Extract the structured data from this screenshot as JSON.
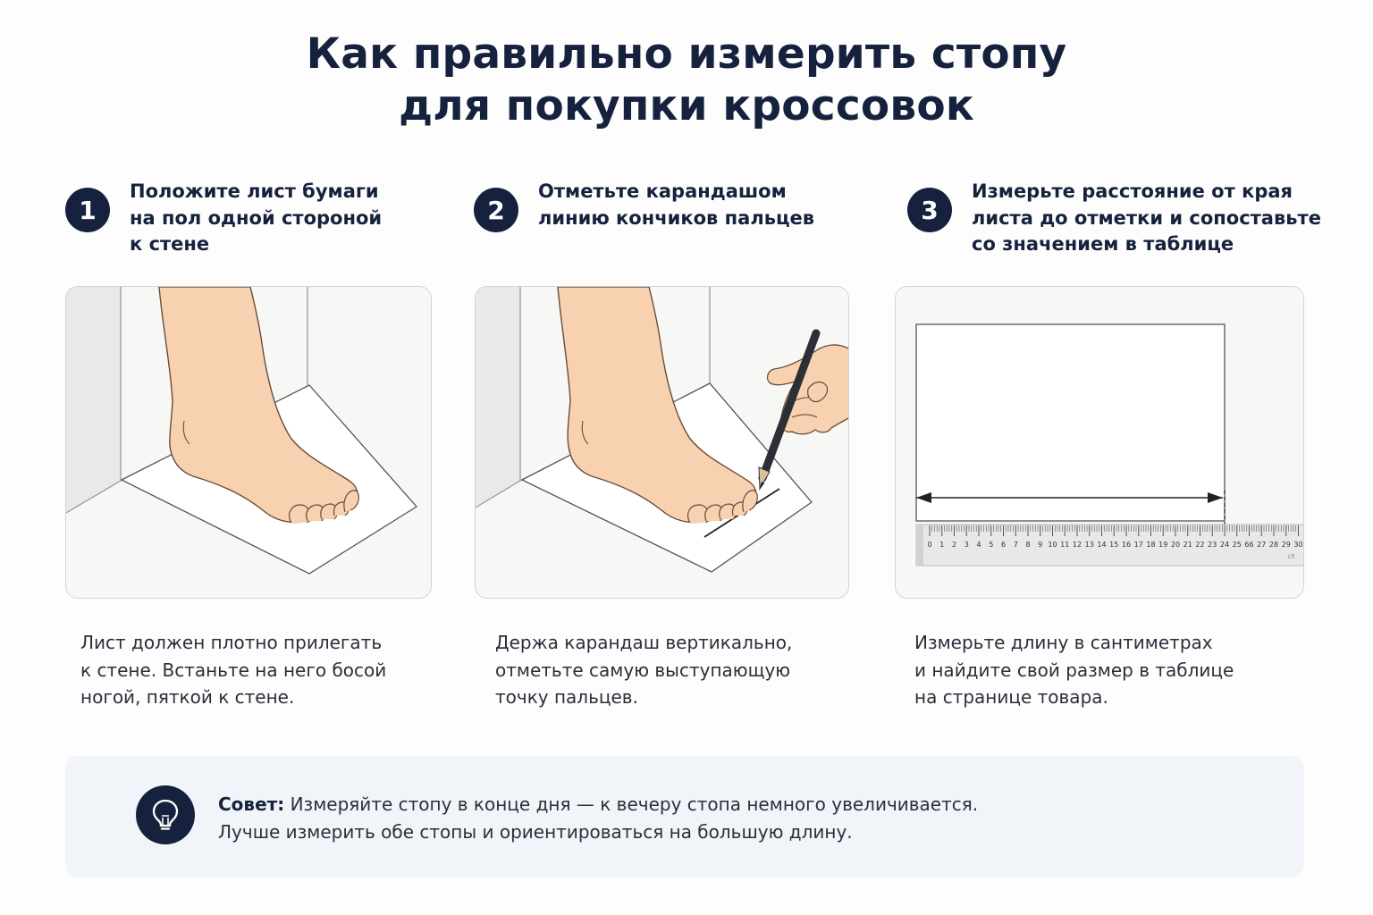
{
  "title": {
    "line1": "Как правильно измерить стопу",
    "line2": "для покупки кроссовок"
  },
  "steps": [
    {
      "number": "1",
      "title_lines": [
        "Положите лист бумаги",
        "на пол одной стороной",
        "к стене"
      ],
      "desc_lines": [
        "Лист должен плотно прилегать",
        "к стене. Встаньте на него босой",
        "ногой, пяткой к стене."
      ]
    },
    {
      "number": "2",
      "title_lines": [
        "Отметьте карандашом",
        "линию кончиков пальцев"
      ],
      "desc_lines": [
        "Держа карандаш вертикально,",
        "отметьте самую выступающую",
        "точку пальцев."
      ]
    },
    {
      "number": "3",
      "title_lines": [
        "Измерьте расстояние от края",
        "листа до отметки и сопоставьте",
        "со значением в таблице"
      ],
      "desc_lines": [
        "Измерьте длину в сантиметрах",
        "и найдите свой размер в таблице",
        "на странице товара."
      ]
    }
  ],
  "ruler": {
    "labels": [
      "0",
      "1",
      "2",
      "3",
      "4",
      "5",
      "6",
      "7",
      "8",
      "9",
      "10",
      "11",
      "12",
      "13",
      "14",
      "15",
      "16",
      "17",
      "18",
      "19",
      "20",
      "21",
      "22",
      "23",
      "24",
      "25",
      "66",
      "27",
      "28",
      "29",
      "30"
    ]
  },
  "tip": {
    "label": "Совет:",
    "line1": "Измеряйте стопу в конце дня — к вечеру стопа немного увеличивается.",
    "line2": "Лучше измерить обе стопы и ориентироваться на большую длину.",
    "icon": "lightbulb-icon"
  },
  "colors": {
    "navy": "#16223d",
    "skin": "#f8d2b0",
    "tip_bg": "#f1f5fa"
  }
}
